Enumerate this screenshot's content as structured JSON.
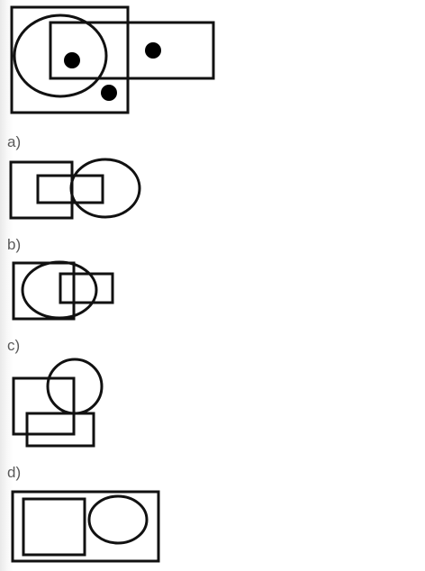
{
  "question": {
    "figure": {
      "description_icon": "venn-figure-with-dots"
    }
  },
  "options": [
    {
      "label": "a)"
    },
    {
      "label": "b)"
    },
    {
      "label": "c)"
    },
    {
      "label": "d)"
    }
  ],
  "colors": {
    "stroke": "#111111",
    "label": "#5a5a5a",
    "background": "#ffffff"
  }
}
